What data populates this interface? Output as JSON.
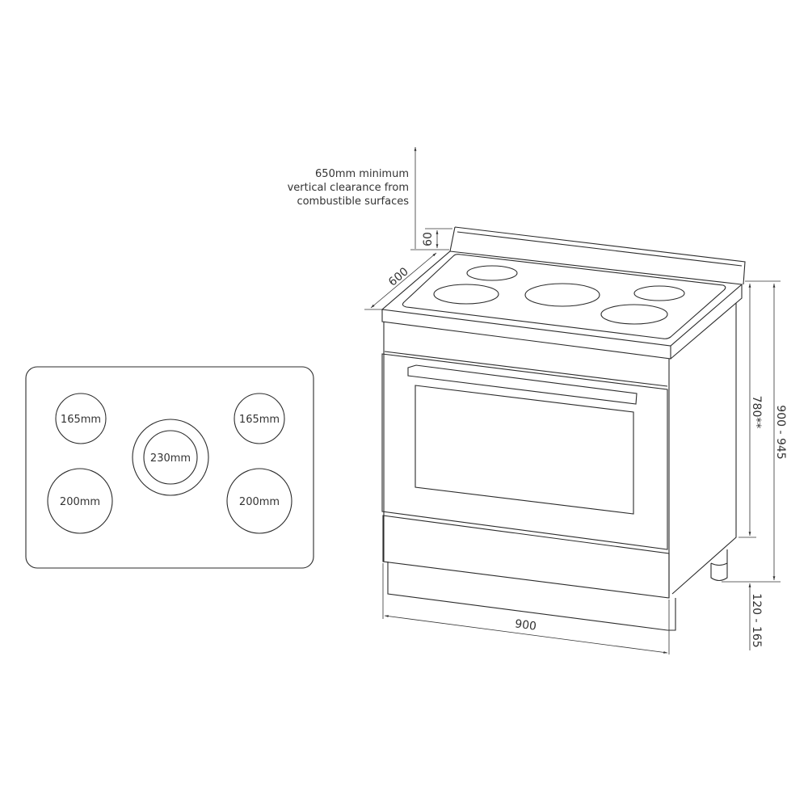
{
  "clearance_note": {
    "lines": [
      "650mm minimum",
      "vertical clearance from",
      "combustible surfaces"
    ]
  },
  "dimensions": {
    "backguard_height": "60",
    "depth": "600",
    "width": "900",
    "base_height": "780**",
    "total_height": "900 - 945",
    "leg_height": "120 - 165"
  },
  "hob_layout": {
    "burners": [
      {
        "label": "165mm"
      },
      {
        "label": "165mm"
      },
      {
        "label": "230mm"
      },
      {
        "label": "200mm"
      },
      {
        "label": "200mm"
      }
    ]
  }
}
